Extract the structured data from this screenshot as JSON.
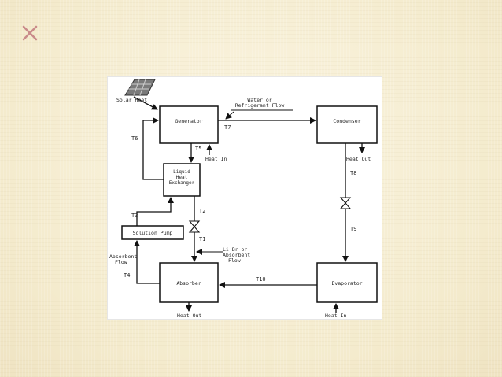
{
  "diagram": {
    "labels": {
      "solar_heat": "Solar Heat",
      "generator": "Generator",
      "condenser": "Condenser",
      "liquid_heat_exchanger_1": "Liquid",
      "liquid_heat_exchanger_2": "Heat",
      "liquid_heat_exchanger_3": "Exchanger",
      "solution_pump": "Solution Pump",
      "absorber": "Absorber",
      "evaporator": "Evaporator",
      "water_refrigerant_flow_1": "Water or",
      "water_refrigerant_flow_2": "Refrigerant Flow",
      "libr_absorbent_flow_1": "Li Br or",
      "libr_absorbent_flow_2": "Absorbent",
      "libr_absorbent_flow_3": "Flow",
      "absorbent_flow_1": "Absorbent",
      "absorbent_flow_2": "Flow",
      "heat_in_generator": "Heat In",
      "heat_out_condenser": "Heat Out",
      "heat_out_absorber": "Heat Out",
      "heat_in_evaporator": "Heat In",
      "t1": "T1",
      "t2": "T2",
      "t3": "T3",
      "t4": "T4",
      "t5": "T5",
      "t6": "T6",
      "t7": "T7",
      "t8": "T8",
      "t9": "T9",
      "t10": "T10"
    }
  }
}
